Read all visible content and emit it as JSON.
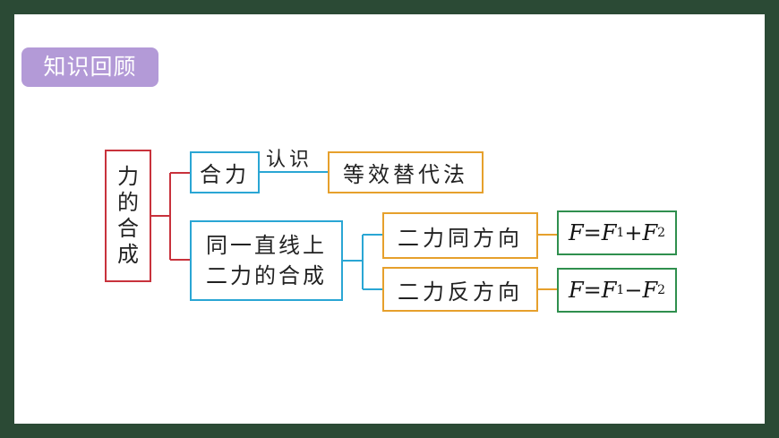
{
  "badge": "知识回顾",
  "root": [
    "力",
    "的",
    "合",
    "成"
  ],
  "heli": "合力",
  "edge_label": "认识",
  "dengxiao": "等效替代法",
  "same_line": [
    "同一直线上",
    "二力的合成"
  ],
  "same_dir": "二力同方向",
  "opp_dir": "二力反方向",
  "formula_same": {
    "F": "F",
    "eq": "=",
    "F1": "F",
    "s1": "1",
    "op": "+",
    "F2": "F",
    "s2": "2"
  },
  "formula_opp": {
    "F": "F",
    "eq": "=",
    "F1": "F",
    "s1": "1",
    "op": "−",
    "F2": "F",
    "s2": "2"
  },
  "colors": {
    "background": "#2b4a35",
    "badge": "#b39ad7",
    "root_border": "#c8323c",
    "level1_border": "#2aa6d4",
    "level2_border": "#e6a02c",
    "formula_border": "#2f8f4e"
  }
}
